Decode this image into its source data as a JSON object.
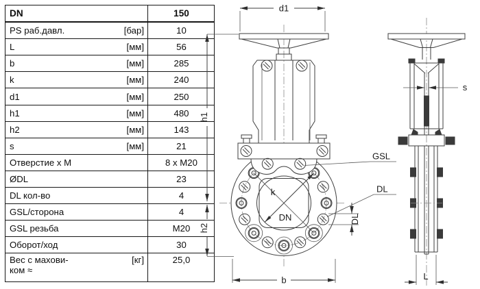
{
  "table": {
    "rows": [
      {
        "name": "DN",
        "unit": "",
        "value": "150",
        "bold": true
      },
      {
        "name": "PS раб.давл.",
        "unit": "[бар]",
        "value": "10"
      },
      {
        "name": "L",
        "unit": "[мм]",
        "value": "56"
      },
      {
        "name": "b",
        "unit": "[мм]",
        "value": "285"
      },
      {
        "name": "k",
        "unit": "[мм]",
        "value": "240"
      },
      {
        "name": "d1",
        "unit": "[мм]",
        "value": "250"
      },
      {
        "name": "h1",
        "unit": "[мм]",
        "value": "480"
      },
      {
        "name": "h2",
        "unit": "[мм]",
        "value": "143"
      },
      {
        "name": "s",
        "unit": "[мм]",
        "value": "21"
      },
      {
        "name": "Отверстие x M",
        "unit": "",
        "value": "8 x M20"
      },
      {
        "name": "ØDL",
        "unit": "",
        "value": "23"
      },
      {
        "name": "DL кол-во",
        "unit": "",
        "value": "4"
      },
      {
        "name": "GSL/сторона",
        "unit": "",
        "value": "4"
      },
      {
        "name": "GSL резьба",
        "unit": "",
        "value": "M20"
      },
      {
        "name": "Оборот/ход",
        "unit": "",
        "value": "30"
      },
      {
        "name": "Вес с махови-\nком ≈",
        "unit": "[кг]",
        "value": "25,0"
      }
    ]
  },
  "drawing": {
    "labels": {
      "d1": "d1",
      "h1": "h1",
      "h2": "h2",
      "b": "b",
      "k": "k",
      "dn": "DN",
      "dl_dim": "DL",
      "gsl": "GSL",
      "dl": "DL",
      "s": "s",
      "l": "L"
    },
    "colors": {
      "line": "#3d3d3d",
      "table_border": "#161616",
      "background": "#ffffff"
    }
  }
}
